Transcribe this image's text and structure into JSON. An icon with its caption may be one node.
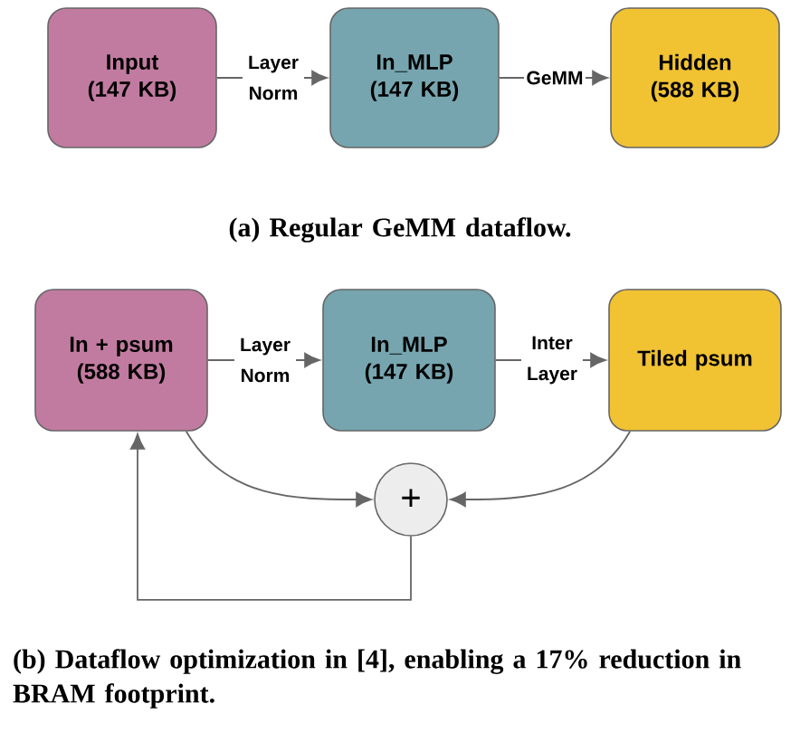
{
  "diagram": {
    "nodes": [
      {
        "text": [
          "Input (147 KB)"
        ]
      },
      {
        "text": [
          "In_MLP (147 KB)"
        ]
      },
      {
        "text": [
          "Hidden (588 KB)"
        ]
      },
      {
        "text": [
          "In + psum (588 KB)"
        ]
      },
      {
        "text": [
          "In_MLP (147 KB)"
        ]
      },
      {
        "text": [
          "Tiled psum"
        ]
      },
      {
        "text": [
          "+"
        ]
      }
    ],
    "edges": [
      {
        "from": 0,
        "to": 1,
        "arrow": "to",
        "label": "Layer Norm"
      },
      {
        "from": 1,
        "to": 2,
        "arrow": "to",
        "label": "GeMM"
      },
      {
        "from": 3,
        "to": 4,
        "arrow": "to",
        "label": "Layer Norm"
      },
      {
        "from": 4,
        "to": 5,
        "arrow": "to",
        "label": "Inter Layer"
      },
      {
        "from": 3,
        "to": 6,
        "arrow": "to"
      },
      {
        "from": 5,
        "to": 6,
        "arrow": "to"
      },
      {
        "from": 6,
        "to": 3,
        "arrow": "to"
      }
    ],
    "labels": [
      "(a) Regular GeMM dataflow.",
      "(b) Dataflow optimization in [4], enabling a 17% reduction in BRAM footprint."
    ]
  }
}
